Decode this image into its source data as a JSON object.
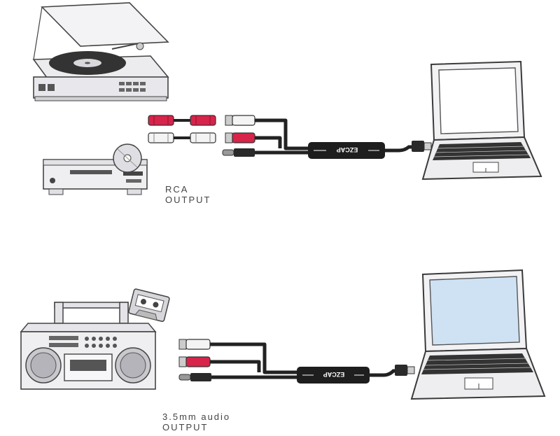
{
  "labels": {
    "rca_line1": "RCA",
    "rca_line2": "OUTPUT",
    "mm_line1": "3.5mm audio",
    "mm_line2": "OUTPUT"
  },
  "adapter_brand": "EZCAP",
  "colors": {
    "device_fill": "#f1f1f3",
    "outline": "#3a3a3a",
    "cable": "#222222",
    "rca_red": "#d8234a",
    "rca_white": "#f4f4f4",
    "screen": "#cfe2f3"
  }
}
